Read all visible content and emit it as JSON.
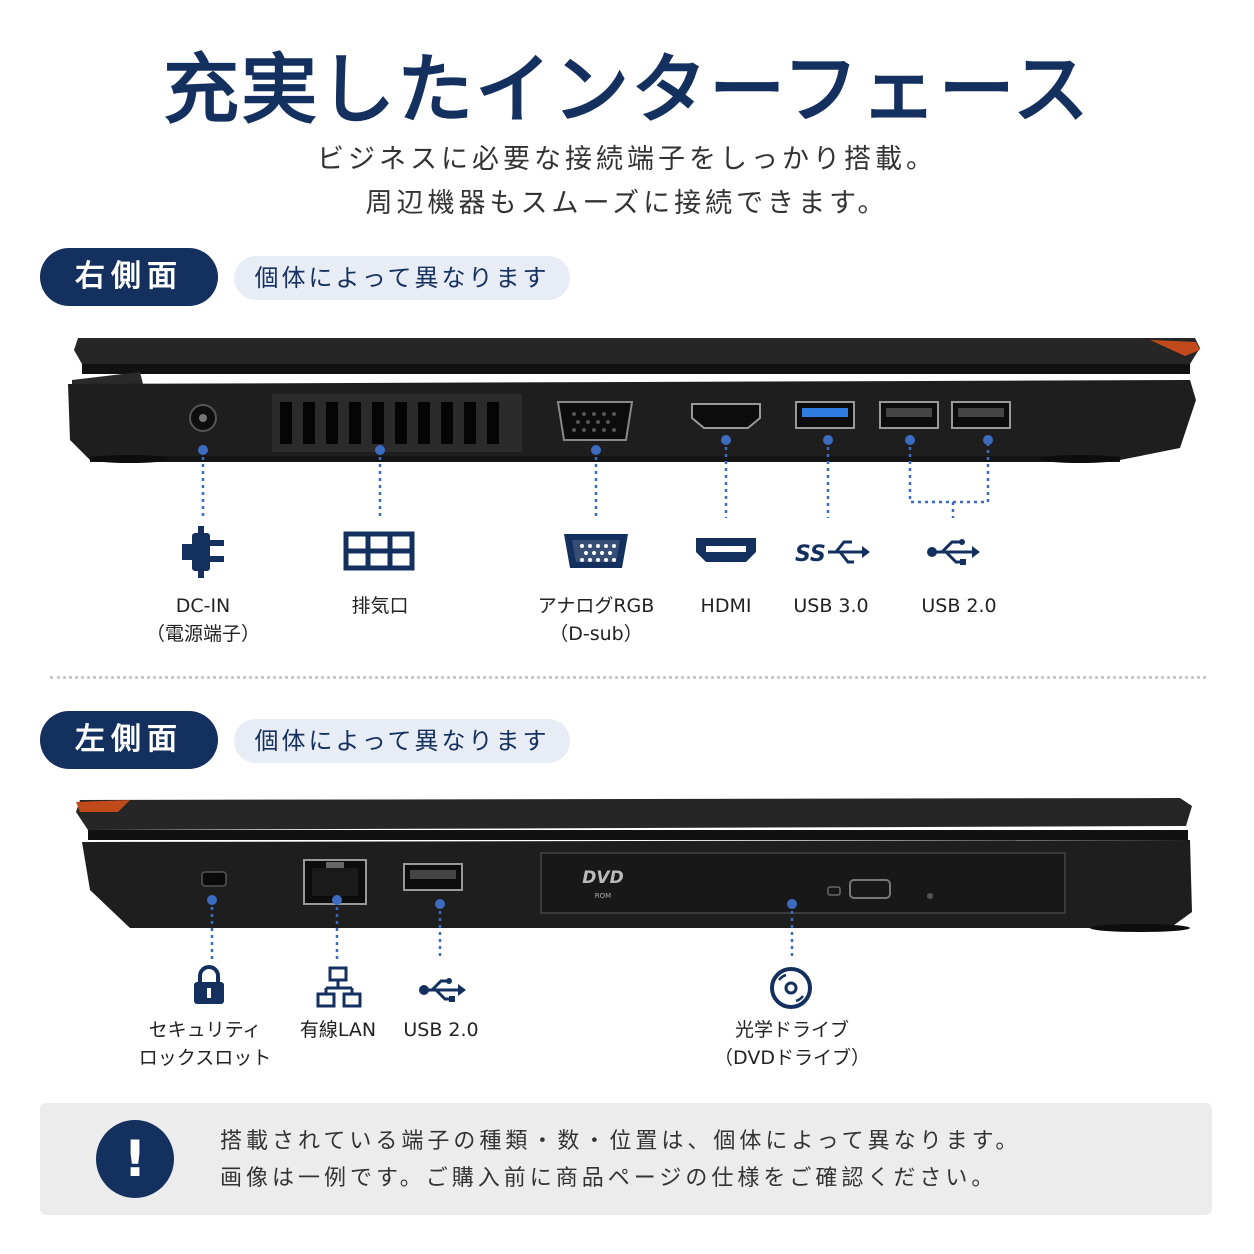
{
  "header": {
    "title": "充実したインターフェース",
    "subtitle_line1": "ビジネスに必要な接続端子をしっかり搭載。",
    "subtitle_line2": "周辺機器もスムーズに接続できます。"
  },
  "right_side": {
    "badge": "右側面",
    "note": "個体によって異なります",
    "ports": [
      {
        "icon": "dc-in-plug-icon",
        "line1": "DC-IN",
        "line2": "（電源端子）"
      },
      {
        "icon": "vent-icon",
        "line1": "排気口",
        "line2": ""
      },
      {
        "icon": "vga-port-icon",
        "line1": "アナログRGB",
        "line2": "（D-sub）"
      },
      {
        "icon": "hdmi-port-icon",
        "line1": "HDMI",
        "line2": ""
      },
      {
        "icon": "usb3-ss-icon",
        "line1": "USB 3.0",
        "line2": ""
      },
      {
        "icon": "usb-icon",
        "line1": "USB 2.0",
        "line2": ""
      }
    ]
  },
  "left_side": {
    "badge": "左側面",
    "note": "個体によって異なります",
    "ports": [
      {
        "icon": "lock-icon",
        "line1": "セキュリティ",
        "line2": "ロックスロット"
      },
      {
        "icon": "lan-network-icon",
        "line1": "有線LAN",
        "line2": ""
      },
      {
        "icon": "usb-icon",
        "line1": "USB 2.0",
        "line2": ""
      },
      {
        "icon": "optical-disc-icon",
        "line1": "光学ドライブ",
        "line2": "（DVDドライブ）"
      }
    ],
    "drive_logo": "DVD",
    "drive_logo_sub": "ROM"
  },
  "warning": {
    "icon": "exclamation-icon",
    "symbol": "!",
    "line1": "搭載されている端子の種類・数・位置は、個体によって異なります。",
    "line2": "画像は一例です。ご購入前に商品ページの仕様をご確認ください。"
  },
  "colors": {
    "brand": "#14305f",
    "pill_bg": "#e8edf5",
    "guide_line": "#3b6cc0",
    "laptop_body": "#1e1e1e",
    "accent_orange": "#c04a1a",
    "usb3_blue": "#2f7de1"
  }
}
